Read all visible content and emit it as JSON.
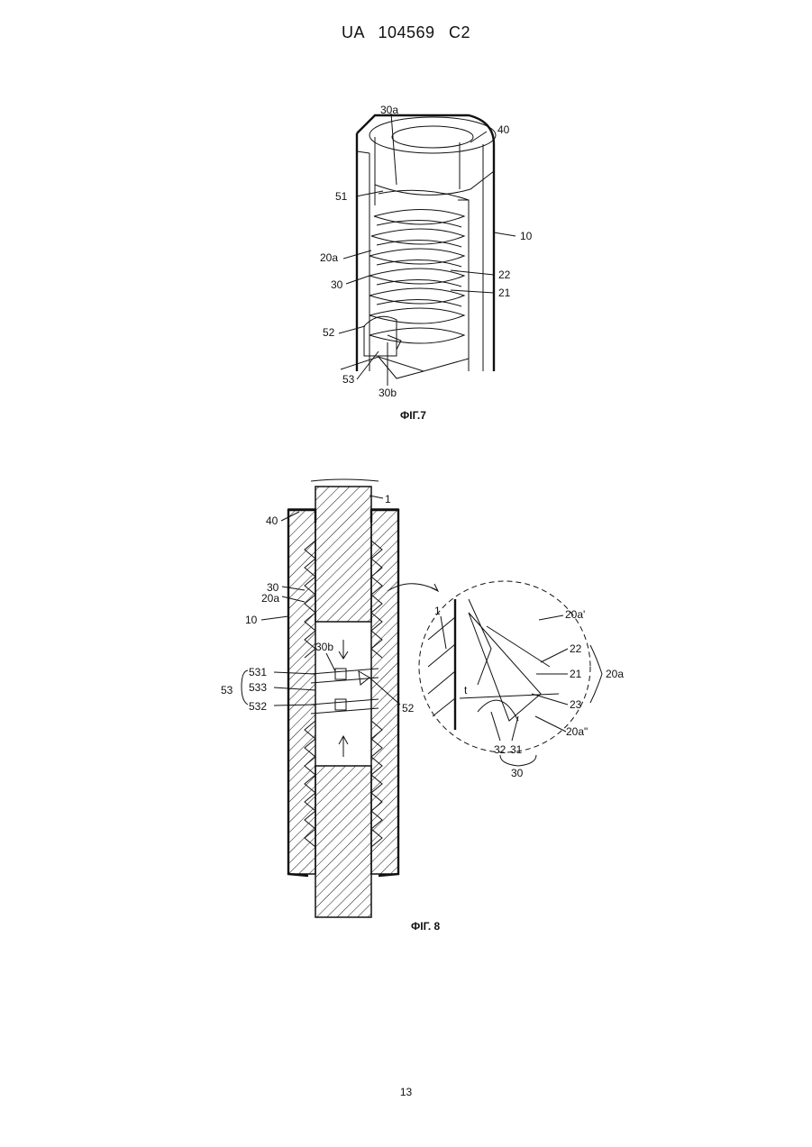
{
  "header": {
    "doc_number": "UA   104569   C2"
  },
  "fig7": {
    "caption": "ФІГ.7",
    "labels": [
      "30a",
      "40",
      "51",
      "10",
      "20a",
      "22",
      "30",
      "21",
      "52",
      "53",
      "30b"
    ]
  },
  "fig8": {
    "caption": "ФІГ. 8",
    "labels": [
      "1",
      "40",
      "30",
      "20a",
      "10",
      "30b",
      "531",
      "533",
      "53",
      "532",
      "52",
      "1",
      "20a'",
      "22",
      "21",
      "20a",
      "23",
      "t",
      "20a\"",
      "32",
      "31",
      "30"
    ]
  },
  "footer": {
    "page_number": "13"
  }
}
